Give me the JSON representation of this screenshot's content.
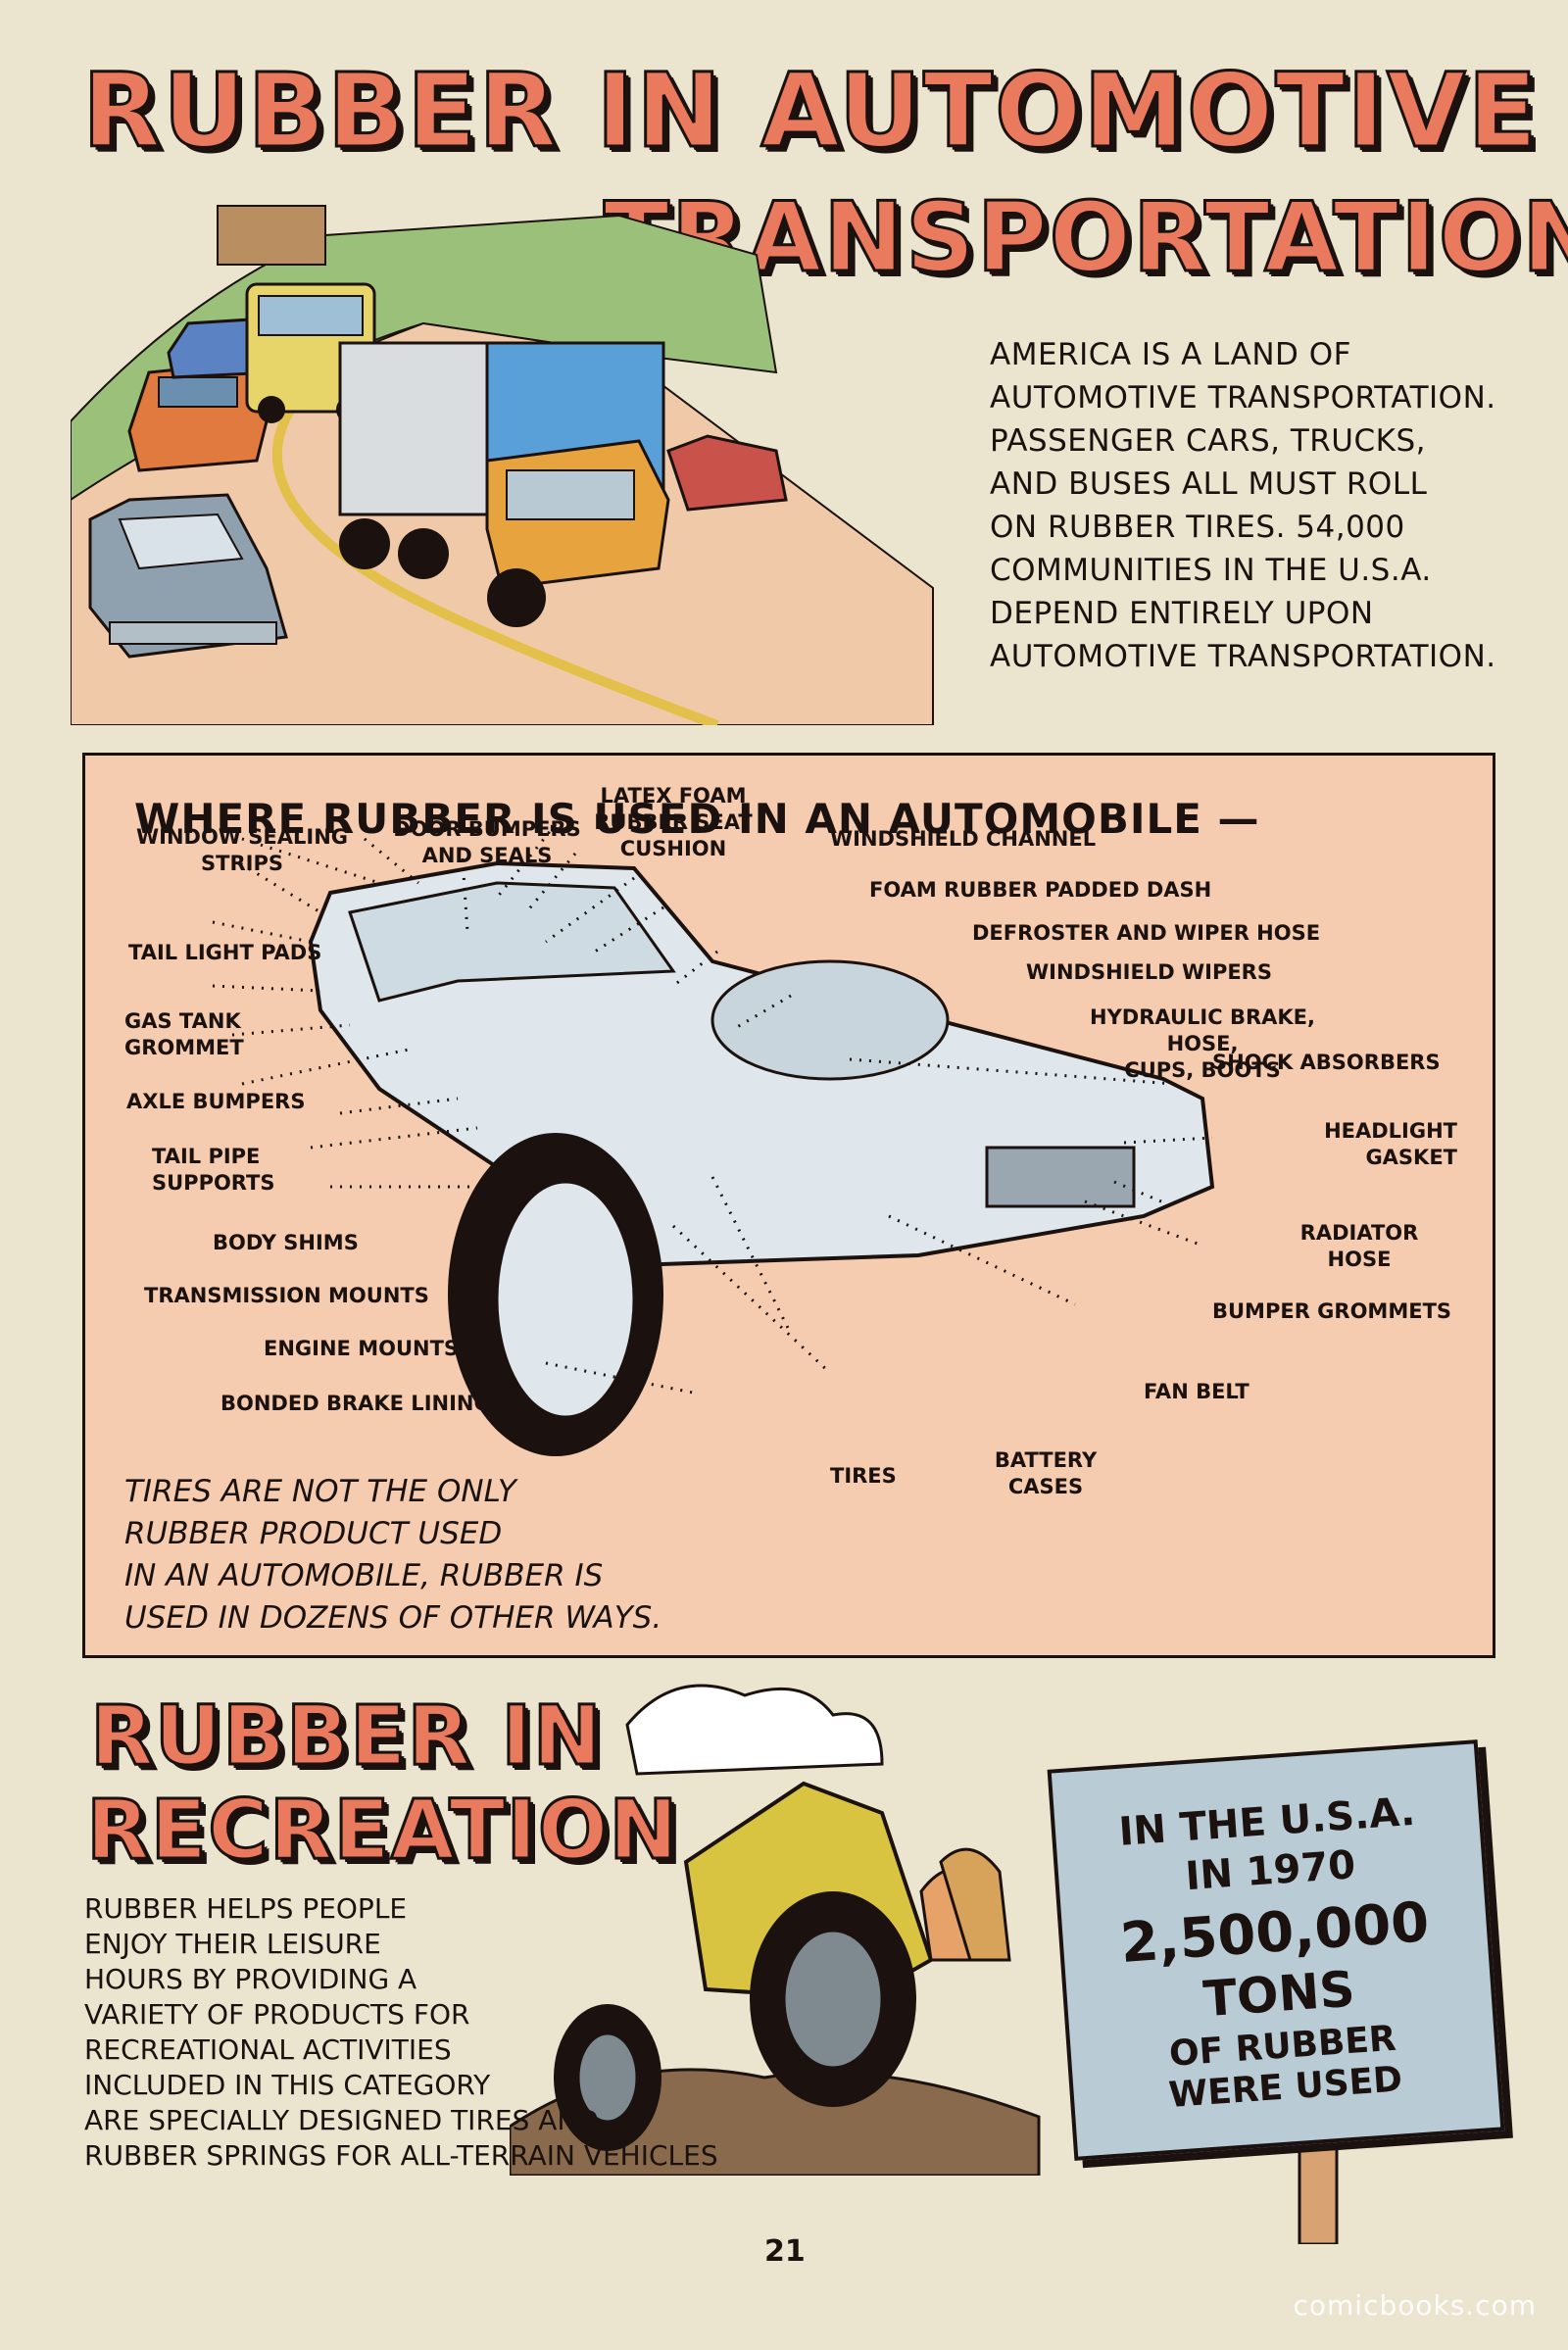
{
  "header": {
    "title_line_1": "RUBBER IN AUTOMOTIVE",
    "title_line_2": "TRANSPORTATION",
    "intro": "AMERICA IS A LAND OF\nAUTOMOTIVE TRANSPORTATION.\nPASSENGER CARS, TRUCKS,\nAND BUSES ALL MUST ROLL\nON RUBBER TIRES. 54,000\nCOMMUNITIES IN THE U.S.A.\nDEPEND ENTIRELY UPON\nAUTOMOTIVE TRANSPORTATION."
  },
  "diagram": {
    "title": "WHERE RUBBER IS USED IN AN AUTOMOBILE —",
    "labels": {
      "window_sealing": "WINDOW SEALING\nSTRIPS",
      "door_bumpers": "DOOR BUMPERS\nAND SEALS",
      "latex_foam": "LATEX FOAM\nRUBBER SEAT\nCUSHION",
      "windshield_channel": "WINDSHIELD CHANNEL",
      "foam_dash": "FOAM RUBBER PADDED DASH",
      "defroster": "DEFROSTER AND WIPER HOSE",
      "wipers": "WINDSHIELD WIPERS",
      "hydraulic": "HYDRAULIC BRAKE, HOSE,\nCUPS, BOOTS",
      "shock": "SHOCK ABSORBERS",
      "headlight": "HEADLIGHT\nGASKET",
      "radiator": "RADIATOR\nHOSE",
      "bumper_grommets": "BUMPER GROMMETS",
      "fan_belt": "FAN BELT",
      "battery": "BATTERY\nCASES",
      "tires": "TIRES",
      "tail_light": "TAIL LIGHT PADS",
      "gas_tank": "GAS TANK\nGROMMET",
      "axle": "AXLE BUMPERS",
      "tail_pipe": "TAIL PIPE\nSUPPORTS",
      "body_shims": "BODY SHIMS",
      "transmission": "TRANSMISSION MOUNTS",
      "engine": "ENGINE MOUNTS",
      "brake_lining": "BONDED BRAKE LINING"
    },
    "note": "TIRES ARE NOT THE ONLY\nRUBBER PRODUCT USED\nIN AN AUTOMOBILE, RUBBER IS\nUSED IN DOZENS OF OTHER WAYS."
  },
  "recreation": {
    "title_line_1": "RUBBER IN",
    "title_line_2": "RECREATION",
    "text": "RUBBER HELPS PEOPLE\nENJOY THEIR LEISURE\nHOURS BY PROVIDING A\nVARIETY OF PRODUCTS FOR\nRECREATIONAL ACTIVITIES\nINCLUDED IN THIS CATEGORY\nARE SPECIALLY DESIGNED TIRES AND\nRUBBER SPRINGS FOR ALL-TERRAIN VEHICLES"
  },
  "sign": {
    "line_1": "IN THE U.S.A.",
    "line_2": "IN 1970",
    "line_3": "2,500,000",
    "line_4": "TONS",
    "line_5": "OF RUBBER",
    "line_6": "WERE USED"
  },
  "footer": {
    "page_number": "21",
    "watermark": "comicbooks.com"
  },
  "colors": {
    "paper": "#ebe4cf",
    "title_fill": "#ea7a5e",
    "ink": "#1b120f",
    "panel": "#f5ccb0",
    "sign": "#b9ccd6"
  }
}
